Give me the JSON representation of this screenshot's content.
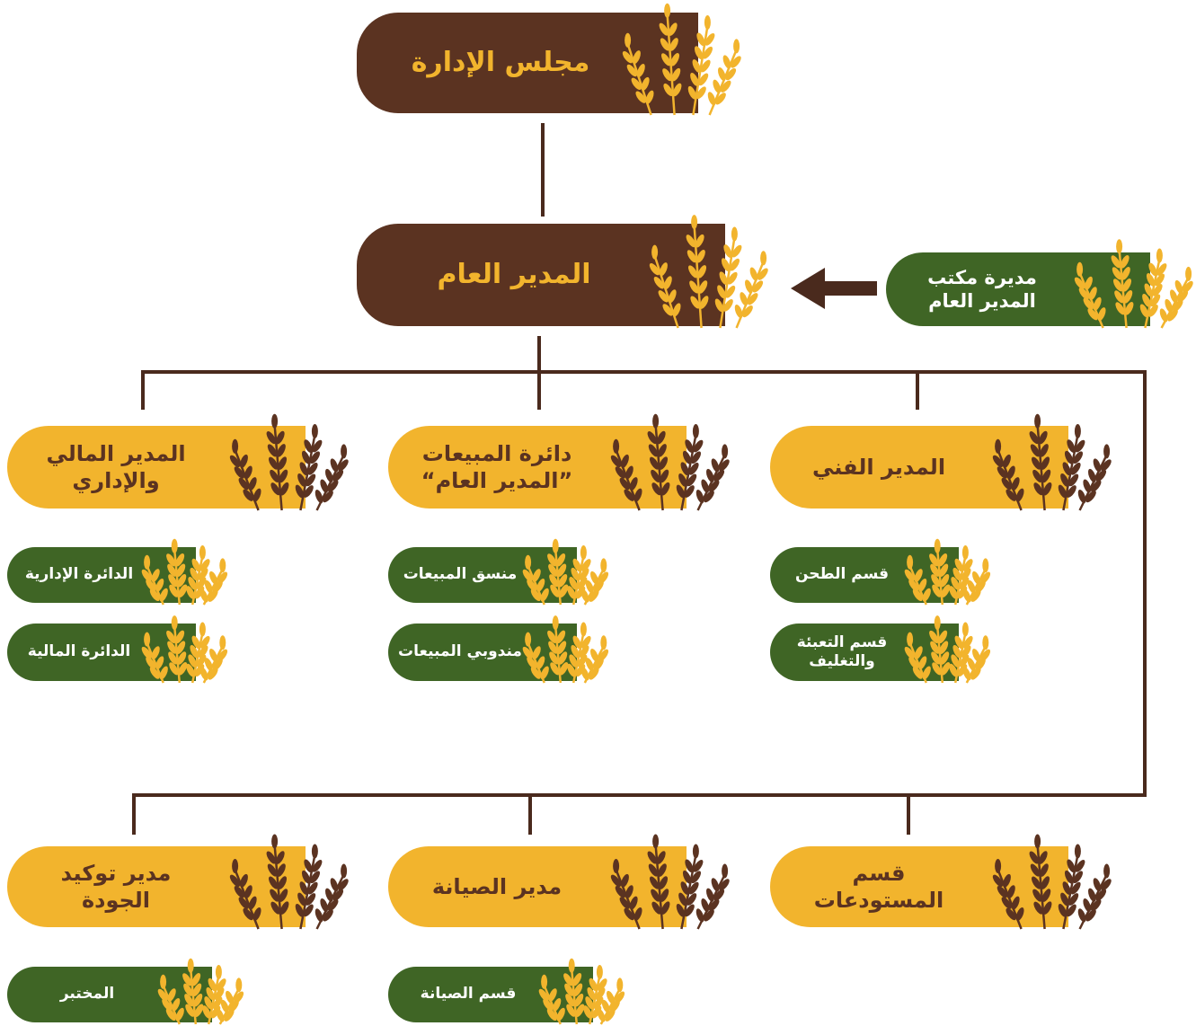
{
  "colors": {
    "brown": "#5b3321",
    "yellow": "#f2b42d",
    "green": "#3f6525",
    "connector": "#4a2a1d"
  },
  "board": {
    "label": "مجلس الإدارة"
  },
  "general_manager": {
    "label": "المدير العام"
  },
  "gm_office_manager": {
    "line1": "مديرة مكتب",
    "line2": "المدير العام"
  },
  "row1": {
    "technical_manager": {
      "label": "المدير الفني"
    },
    "sales_department": {
      "line1": "دائرة المبيعات",
      "line2": "”المدير العام“"
    },
    "finance_admin_manager": {
      "line1": "المدير المالي",
      "line2": "والإداري"
    }
  },
  "row1_subunits": {
    "milling_section": "قسم الطحن",
    "packaging_section": {
      "line1": "قسم التعبئة",
      "line2": "والتغليف"
    },
    "sales_coordinator": "منسق المبيعات",
    "sales_representatives": "مندوبي المبيعات",
    "administrative_department": "الدائرة الإدارية",
    "financial_department": "الدائرة المالية"
  },
  "row2": {
    "warehouses_section": {
      "line1": "قسم",
      "line2": "المستودعات"
    },
    "maintenance_manager": {
      "label": "مدير الصيانة"
    },
    "quality_assurance_manager": {
      "line1": "مدير توكيد",
      "line2": "الجودة"
    }
  },
  "row2_subunits": {
    "maintenance_section": "قسم الصيانة",
    "laboratory": "المختبر"
  }
}
